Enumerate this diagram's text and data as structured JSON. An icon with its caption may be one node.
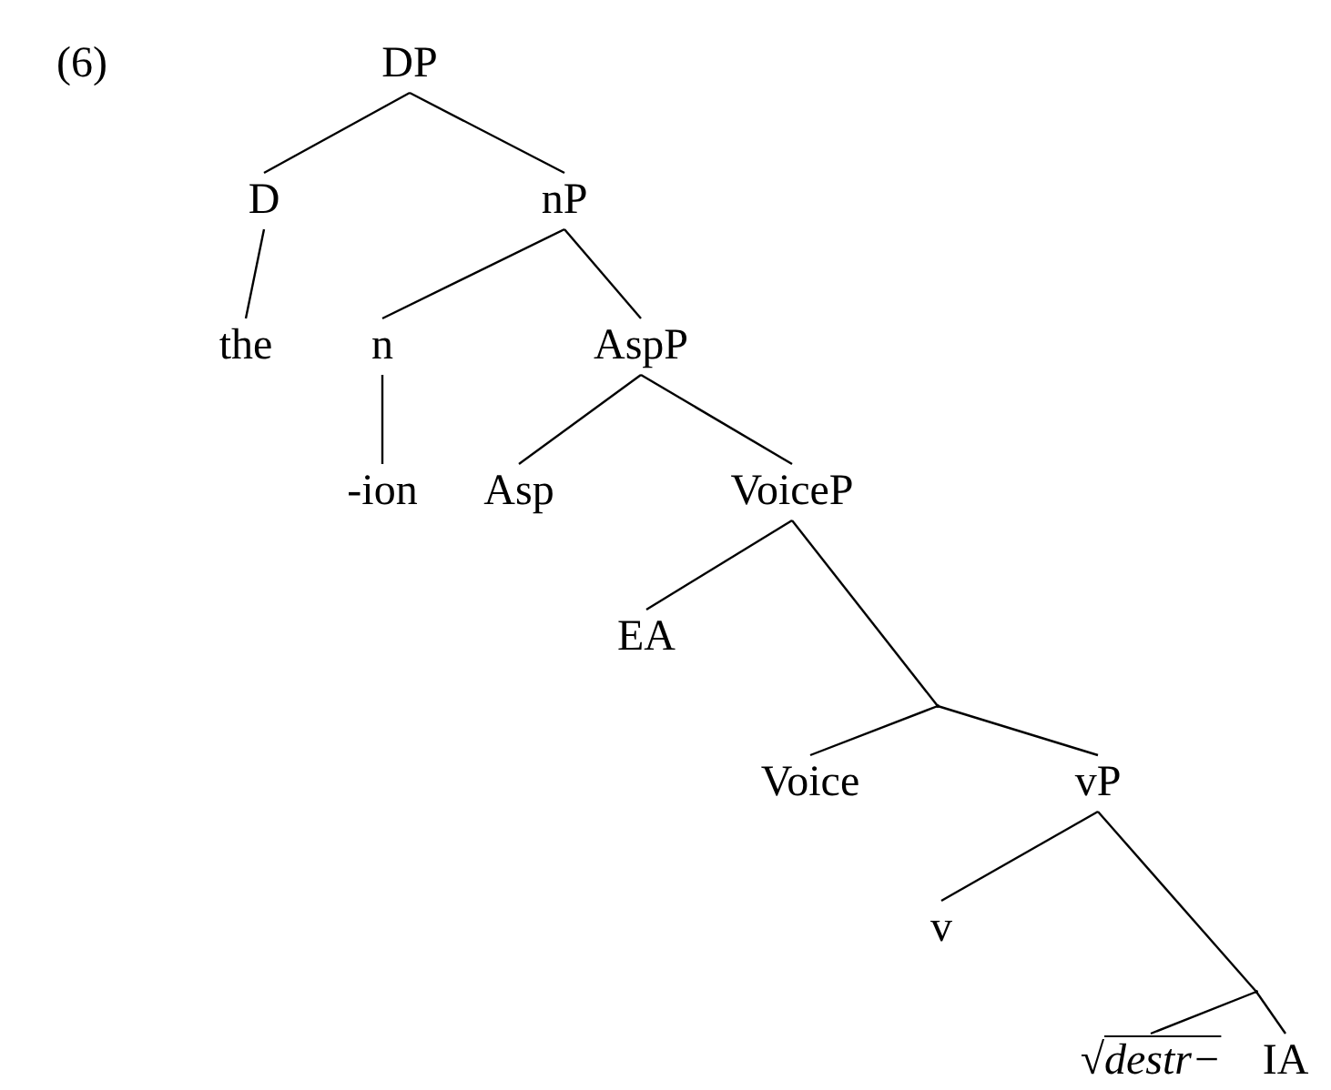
{
  "diagram": {
    "nodes": [
      {
        "text": [
          "DP"
        ]
      },
      {
        "text": [
          "D"
        ]
      },
      {
        "text": [
          "nP"
        ]
      },
      {
        "text": [
          "the"
        ]
      },
      {
        "text": [
          "n"
        ]
      },
      {
        "text": [
          "AspP"
        ]
      },
      {
        "text": [
          "-ion"
        ]
      },
      {
        "text": [
          "Asp"
        ]
      },
      {
        "text": [
          "VoiceP"
        ]
      },
      {
        "text": [
          "EA"
        ]
      },
      {
        "text": [],
        "shape": "point"
      },
      {
        "text": [
          "Voice"
        ]
      },
      {
        "text": [
          "vP"
        ]
      },
      {
        "text": [
          "v"
        ]
      },
      {
        "text": [],
        "shape": "point"
      },
      {
        "text": [
          "√*destr−*"
        ]
      },
      {
        "text": [
          "IA"
        ]
      }
    ],
    "edges": [
      {
        "from": 0,
        "to": 1,
        "arrow": "none"
      },
      {
        "from": 0,
        "to": 2,
        "arrow": "none"
      },
      {
        "from": 1,
        "to": 3,
        "arrow": "none"
      },
      {
        "from": 2,
        "to": 4,
        "arrow": "none"
      },
      {
        "from": 2,
        "to": 5,
        "arrow": "none"
      },
      {
        "from": 4,
        "to": 6,
        "arrow": "none"
      },
      {
        "from": 5,
        "to": 7,
        "arrow": "none"
      },
      {
        "from": 5,
        "to": 8,
        "arrow": "none"
      },
      {
        "from": 8,
        "to": 9,
        "arrow": "none"
      },
      {
        "from": 8,
        "to": 10,
        "arrow": "none"
      },
      {
        "from": 10,
        "to": 11,
        "arrow": "none"
      },
      {
        "from": 10,
        "to": 12,
        "arrow": "none"
      },
      {
        "from": 12,
        "to": 13,
        "arrow": "none"
      },
      {
        "from": 12,
        "to": 14,
        "arrow": "none"
      },
      {
        "from": 14,
        "to": 15,
        "arrow": "none"
      },
      {
        "from": 14,
        "to": 16,
        "arrow": "none"
      }
    ],
    "labels": [
      "(6)"
    ]
  }
}
